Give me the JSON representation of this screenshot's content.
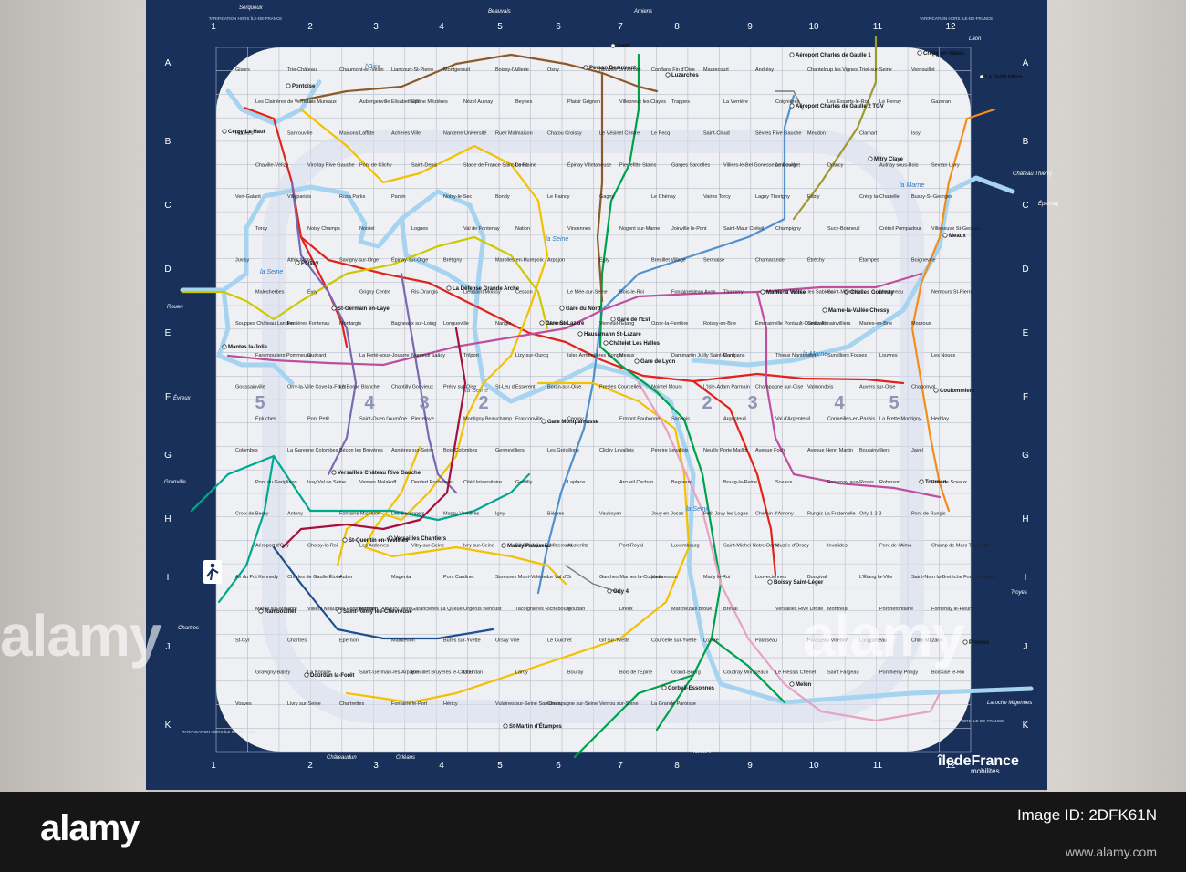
{
  "map": {
    "operator": "îledeFrance",
    "operator_sub": "mobilités",
    "grid_columns": [
      "1",
      "2",
      "3",
      "4",
      "5",
      "6",
      "7",
      "8",
      "9",
      "10",
      "11",
      "12"
    ],
    "grid_rows": [
      "A",
      "B",
      "C",
      "D",
      "E",
      "F",
      "G",
      "H",
      "I",
      "J",
      "K"
    ],
    "zone_numbers": [
      "5",
      "4",
      "3",
      "2",
      "2",
      "3",
      "4",
      "5"
    ],
    "tarification": [
      "TARIFICATION HORS ÎLE-DE-FRANCE",
      "TARIFICATION HORS ÎLE-DE-FRANCE",
      "TARIFICATION HORS ÎLE-DE-FRANCE",
      "TARIFICATION HORS ÎLE-DE-FRANCE"
    ],
    "edge_destinations": [
      "Serqueux",
      "Beauvais",
      "Amiens",
      "Laon",
      "Château Thierry",
      "Épernay",
      "Troyes",
      "Laroche Migennes",
      "Nevers",
      "Orléans",
      "Châteaudun",
      "Chartres",
      "Granville",
      "Évreux",
      "Rouen"
    ],
    "rivers": [
      "la Seine",
      "la Seine",
      "la Marne",
      "la Marne",
      "la Seine",
      "l'Oise",
      "la Seine"
    ],
    "major_stations": [
      "Gare du Nord",
      "Gare de l'Est",
      "Gare de Lyon",
      "Gare Montparnasse",
      "Gare St-Lazare",
      "Haussmann St-Lazare",
      "Châtelet Les Halles",
      "La Défense Grande Arche",
      "Aéroport Charles de Gaulle 1",
      "Aéroport Charles de Gaulle 2 TGV",
      "Marne-la-Vallée Chessy",
      "Versailles Château Rive Gauche",
      "Versailles Chantiers",
      "St-Quentin en-Yvelines",
      "Massy Palaiseau",
      "Cergy Le Haut",
      "Pontoise",
      "Poissy",
      "St-Germain en-Laye",
      "Saint-Rémy lès-Chevreuse",
      "Dourdan la-Forêt",
      "St-Martin d'Étampes",
      "Corbeil-Essonnes",
      "Melun",
      "Boissy Saint-Léger",
      "Tournan",
      "Meaux",
      "Crépy en-Valois",
      "Mitry Claye",
      "La Ferté Milon",
      "Provins",
      "Mantes la-Jolie",
      "Rambouillet",
      "Marne la Vallée",
      "Creil",
      "Persan Beaumont",
      "Luzarches",
      "Orly 4",
      "Chelles Gournay",
      "Coulommiers"
    ],
    "stations": [
      "Gisors",
      "Trie-Château",
      "Chaumont-en-Vexin",
      "Liancourt-St-Pierre",
      "Montgeroult",
      "Boissy-l'Aillerie",
      "Osny",
      "Neuville Université",
      "Conflans Fin d'Oise",
      "Maurecourt",
      "Andrésy",
      "Chanteloup les Vignes",
      "Triel-sur-Seine",
      "Vernouillet",
      "Les Clairières de Verneuil",
      "Les Mureaux",
      "Aubergenville Élisabethville",
      "Épône Mézières",
      "Nézel Aulnay",
      "Beynes",
      "Plaisir Grignon",
      "Villepreux les Clayes",
      "Trappes",
      "La Verrière",
      "Coignières",
      "Les Essarts-le-Roi",
      "Le Perray",
      "Gazeran",
      "Houilles",
      "Sartrouville",
      "Maisons Laffitte",
      "Achères Ville",
      "Nanterre Université",
      "Rueil Malmaison",
      "Chatou Croissy",
      "Le Vésinet Centre",
      "Le Pecq",
      "Saint-Cloud",
      "Sèvres Rive Gauche",
      "Meudon",
      "Clamart",
      "Issy",
      "Chaville-Vélizy",
      "Viroflay Rive Gauche",
      "Pont de Clichy",
      "Saint-Denis",
      "Stade de France Saint-Denis",
      "La Plaine",
      "Épinay Villetaneuse",
      "Pierrefitte Stains",
      "Garges Sarcelles",
      "Villiers-le-Bel Gonesse Arnouville",
      "Le Bourget",
      "Drancy",
      "Aulnay sous-Bois",
      "Sevran Livry",
      "Vert-Galant",
      "Villeparisis",
      "Rosa Parks",
      "Pantin",
      "Noisy-le-Sec",
      "Bondy",
      "Le Raincy",
      "Gagny",
      "Le Chénay",
      "Vaires Torcy",
      "Lagny Thorigny",
      "Esbly",
      "Crécy la-Chapelle",
      "Bussy-St-Georges",
      "Torcy",
      "Noisy Champs",
      "Noisiel",
      "Lognes",
      "Val de Fontenay",
      "Nation",
      "Vincennes",
      "Nogent sur-Marne",
      "Joinville le-Pont",
      "Saint-Maur Créteil",
      "Champigny",
      "Sucy-Bonneuil",
      "Créteil Pompadour",
      "Villeneuve St-Georges",
      "Juvisy",
      "Athis-Mons",
      "Savigny-sur-Orge",
      "Épinay-sur-Orge",
      "Brétigny",
      "Marolles-en-Hurepoix",
      "Arpajon",
      "Égly",
      "Breuillet Village",
      "Sermaise",
      "Chamarande",
      "Étréchy",
      "Étampes",
      "Boigneville",
      "Malesherbes",
      "Évry",
      "Grigny Centre",
      "Ris-Orangis",
      "Lieusaint Moissy",
      "Cesson",
      "Le Mée-sur-Seine",
      "Bois-le-Roi",
      "Fontainebleau Avon",
      "Thomery",
      "Moret Veneux les Sablons",
      "Saint-Mammès",
      "Montereau",
      "Nemours St-Pierre",
      "Souppes Château Landon",
      "Ferrières Fontenay",
      "Montargis",
      "Bagneaux sur-Loing",
      "Longueville",
      "Nangis",
      "Mormant",
      "Verneuil-l'Étang",
      "Ozoir-la-Ferrière",
      "Roissy-en-Brie",
      "Émerainville Pontault-Combault",
      "Gretz Armainvilliers",
      "Marles-en-Brie",
      "Mouroux",
      "Faremoutiers Pommeuse",
      "Guérard",
      "La Ferté-sous-Jouarre",
      "Nanteuil Saâcy",
      "Trilport",
      "Lizy-sur-Ourcq",
      "Isles Armentières Congis",
      "Meaux",
      "Dammartin Juilly Saint-Mard",
      "Compans",
      "Thieux Nantouillet",
      "Survilliers Fosses",
      "Louvres",
      "Les Noues",
      "Goussainville",
      "Orry-la-Ville Coye-la-Forêt",
      "La Borne Blanche",
      "Chantilly Gouvieux",
      "Précy sur-Oise",
      "St-Leu d'Esserent",
      "Boran-sur-Oise",
      "Presles Courcelles",
      "Nointel Mours",
      "L'Isle-Adam Parmain",
      "Champagne sur-Oise",
      "Valmondois",
      "Auvers sur-Oise",
      "Chaponval",
      "Épluches",
      "Pont Petit",
      "Saint-Ouen l'Aumône",
      "Pierrelaye",
      "Montigny Beauchamp",
      "Franconville",
      "Cernay",
      "Ermont Eaubonne",
      "Sannois",
      "Argenteuil",
      "Val d'Argenteuil",
      "Cormeilles-en-Parisis",
      "La Frette Montigny",
      "Herblay",
      "Colombes",
      "La Garenne Colombes",
      "Bécon les Bruyères",
      "Asnières sur-Seine",
      "Bois-Colombes",
      "Gennevilliers",
      "Les Grésillons",
      "Clichy Levallois",
      "Pereire Levallois",
      "Neuilly Porte Maillot",
      "Avenue Foch",
      "Avenue Henri Martin",
      "Boulainvilliers",
      "Javel",
      "Pont du Garigliano",
      "Issy Val de Seine",
      "Vanves Malakoff",
      "Denfert Rochereau",
      "Cité Universitaire",
      "Gentilly",
      "Laplace",
      "Arcueil Cachan",
      "Bagneux",
      "Bourg-la-Reine",
      "Sceaux",
      "Fontenay aux-Roses",
      "Robinson",
      "Parc de Sceaux",
      "Croix de Berny",
      "Antony",
      "Fontaine Michalon",
      "Les Baconnets",
      "Massy Verrières",
      "Igny",
      "Bièvres",
      "Vauboyen",
      "Jouy en-Josas",
      "Petit Jouy les Loges",
      "Chemin d'Antony",
      "Rungis La Fraternelle",
      "Orly 1-2-3",
      "Pont de Rungis",
      "Aéroport d'Orly",
      "Choisy-le-Roi",
      "Les Ardoines",
      "Vitry-sur-Seine",
      "Ivry sur-Seine",
      "Bibliothèque F. Mitterrand",
      "Austerlitz",
      "Port-Royal",
      "Luxembourg",
      "Saint-Michel Notre-Dame",
      "Musée d'Orsay",
      "Invalides",
      "Pont de l'Alma",
      "Champ de Mars Tour Eiffel",
      "Av du Pdt Kennedy",
      "Charles de Gaulle Étoile",
      "Auber",
      "Magenta",
      "Pont Cardinet",
      "Suresnes Mont-Valérien",
      "Le Val d'Or",
      "Garches Marnes la-Coquette",
      "Vaucresson",
      "Marly le-Roi",
      "Louveciennes",
      "Bougival",
      "L'Étang la-Ville",
      "Saint-Nom la-Bretèche Forêt de Marly",
      "Mareil sur-Mauldre",
      "Villiers Neauphle Pontchartrain",
      "Montfort l'Amaury Méré",
      "Garancières La Queue",
      "Orgerus Béhoust",
      "Tacoignières Richebourg",
      "Houdan",
      "Dreux",
      "Marchezais Broué",
      "Bréval",
      "Versailles Rive Droite",
      "Montreuil",
      "Porchefontaine",
      "Fontenay le-Fleury",
      "St-Cyr",
      "Chartres",
      "Épernon",
      "Maintenon",
      "Bures sur-Yvette",
      "Orsay Ville",
      "Le Guichet",
      "Gif sur-Yvette",
      "Courcelle sur-Yvette",
      "Lozère",
      "Palaiseau",
      "Palaiseau Villebon",
      "Longjumeau",
      "Chilly Mazarin",
      "Gravigny Balizy",
      "La Norville",
      "Saint-Germain-lès-Arpajon",
      "Breuillet Bruyères le-Châtel",
      "Dourdan",
      "Lardy",
      "Bouray",
      "Bois de l'Épine",
      "Grand-Bourg",
      "Coudray Montceaux",
      "Le Plessis Chenet",
      "Saint Fargeau",
      "Ponthierry Pringy",
      "Boissise le-Roi",
      "Vosves",
      "Livry sur-Seine",
      "Chartrettes",
      "Fontaine le-Port",
      "Héricy",
      "Vulaines sur-Seine Samoreau",
      "Champagne sur-Seine",
      "Vernou sur-Seine",
      "La Grande Paroisse"
    ]
  }
}
